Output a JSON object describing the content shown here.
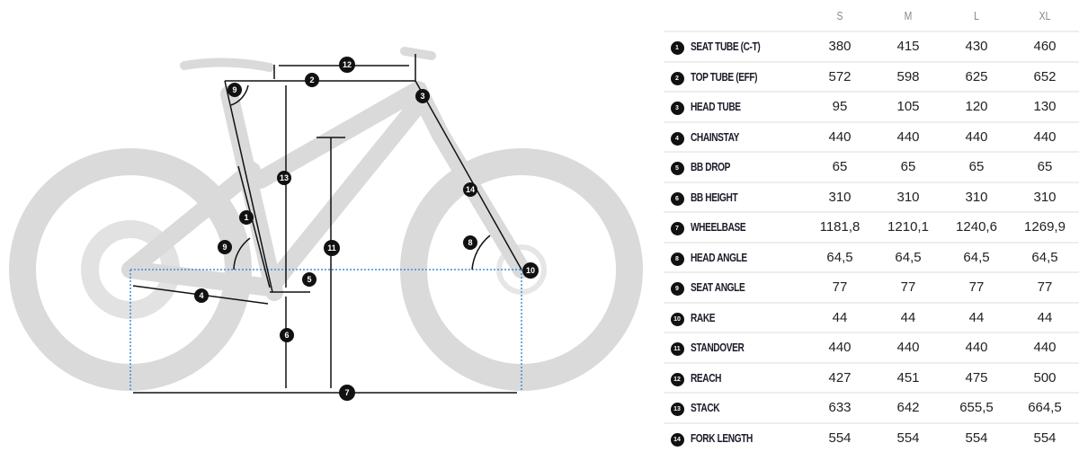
{
  "sizes": [
    "S",
    "M",
    "L",
    "XL"
  ],
  "rows": [
    {
      "n": "1",
      "label": "SEAT TUBE (C-T)",
      "values": [
        "380",
        "415",
        "430",
        "460"
      ]
    },
    {
      "n": "2",
      "label": "TOP TUBE (EFF)",
      "values": [
        "572",
        "598",
        "625",
        "652"
      ]
    },
    {
      "n": "3",
      "label": "HEAD TUBE",
      "values": [
        "95",
        "105",
        "120",
        "130"
      ]
    },
    {
      "n": "4",
      "label": "CHAINSTAY",
      "values": [
        "440",
        "440",
        "440",
        "440"
      ]
    },
    {
      "n": "5",
      "label": "BB DROP",
      "values": [
        "65",
        "65",
        "65",
        "65"
      ]
    },
    {
      "n": "6",
      "label": "BB HEIGHT",
      "values": [
        "310",
        "310",
        "310",
        "310"
      ]
    },
    {
      "n": "7",
      "label": "WHEELBASE",
      "values": [
        "1181,8",
        "1210,1",
        "1240,6",
        "1269,9"
      ]
    },
    {
      "n": "8",
      "label": "HEAD ANGLE",
      "values": [
        "64,5",
        "64,5",
        "64,5",
        "64,5"
      ]
    },
    {
      "n": "9",
      "label": "SEAT ANGLE",
      "values": [
        "77",
        "77",
        "77",
        "77"
      ]
    },
    {
      "n": "10",
      "label": "RAKE",
      "values": [
        "44",
        "44",
        "44",
        "44"
      ]
    },
    {
      "n": "11",
      "label": "STANDOVER",
      "values": [
        "440",
        "440",
        "440",
        "440"
      ]
    },
    {
      "n": "12",
      "label": "REACH",
      "values": [
        "427",
        "451",
        "475",
        "500"
      ]
    },
    {
      "n": "13",
      "label": "STACK",
      "values": [
        "633",
        "642",
        "655,5",
        "664,5"
      ]
    },
    {
      "n": "14",
      "label": "FORK LENGTH",
      "values": [
        "554",
        "554",
        "554",
        "554"
      ]
    }
  ],
  "colors": {
    "bike": "#d9d9d9",
    "guide": "#3a8fd6",
    "ink": "#111111"
  }
}
